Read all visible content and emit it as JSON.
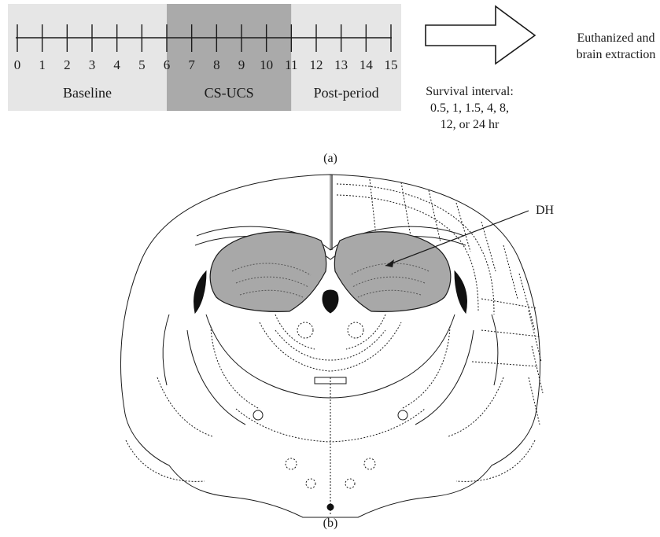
{
  "timeline": {
    "ticks": [
      "0",
      "1",
      "2",
      "3",
      "4",
      "5",
      "6",
      "7",
      "8",
      "9",
      "10",
      "11",
      "12",
      "13",
      "14",
      "15"
    ],
    "segments": [
      {
        "label": "Baseline",
        "start": 0,
        "end": 6,
        "fill": "#e6e6e6"
      },
      {
        "label": "CS-UCS",
        "start": 6,
        "end": 11,
        "fill": "#aaaaaa"
      },
      {
        "label": "Post-period",
        "start": 11,
        "end": 15,
        "fill": "#e6e6e6"
      }
    ]
  },
  "arrow_text": [
    "Euthanized and",
    "brain extraction"
  ],
  "survival_text": [
    "Survival interval:",
    "0.5, 1, 1.5, 4, 8,",
    "12, or 24 hr"
  ],
  "panel_a_label": "(a)",
  "panel_b_label": "(b)",
  "dh_label": "DH",
  "colors": {
    "region_fill": "#a8a8a8",
    "ink": "#1a1a1a"
  }
}
